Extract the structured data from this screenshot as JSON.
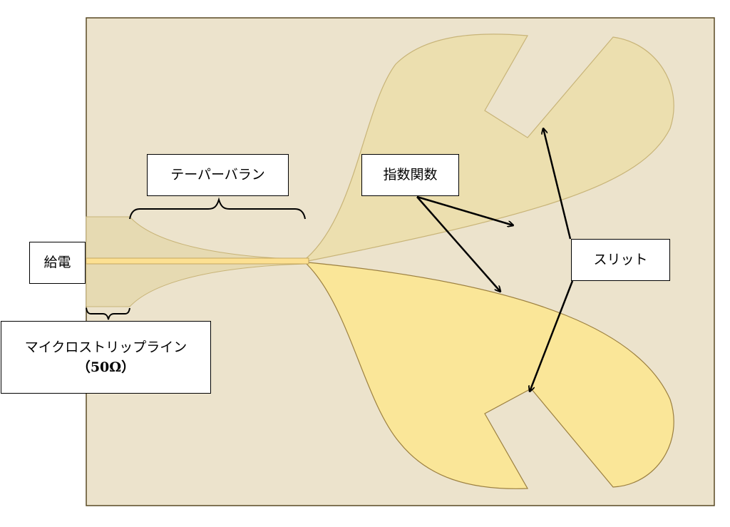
{
  "labels": {
    "taper_balun": "テーパーバラン",
    "exponential": "指数関数",
    "slit": "スリット",
    "feed": "給電",
    "microstrip_line": "マイクロストリップライン",
    "impedance": "（50Ω）"
  },
  "colors": {
    "substrate": "#ECE3CC",
    "substrate_border": "#5A4A25",
    "top_patch": "#ECDFAF",
    "top_patch_edge": "#C8B478",
    "bottom_patch": "#FAE698",
    "bottom_patch_edge": "#9C8040",
    "feed_line": "#FCE092",
    "annotation": "#000000"
  }
}
